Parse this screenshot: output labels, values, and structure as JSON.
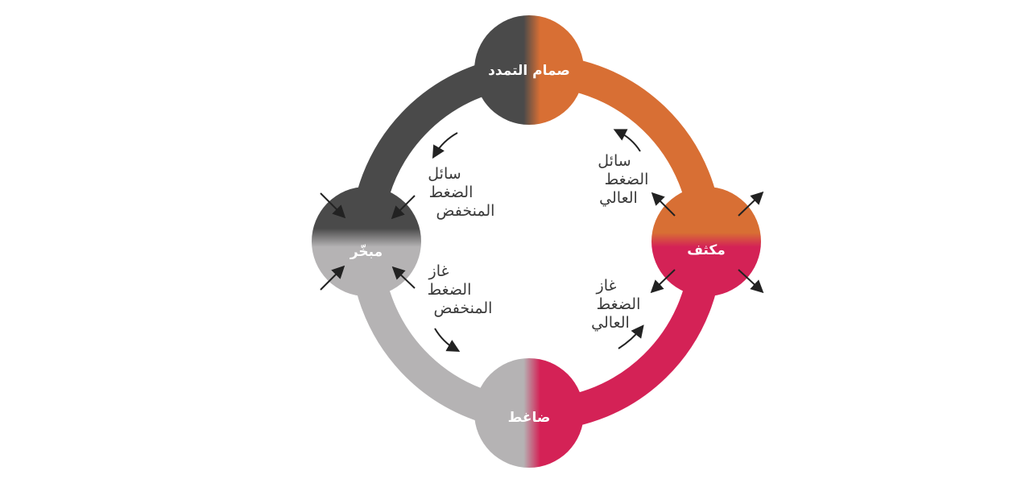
{
  "nodes": {
    "expansion_valve": "صمام التمدد",
    "evaporator": "مبخّر",
    "condenser": "مكثف",
    "compressor": "ضاغط"
  },
  "flows": {
    "low_pressure_liquid": [
      "سائل",
      "الضغط",
      "المنخفض"
    ],
    "low_pressure_gas": [
      "غاز",
      "الضغط",
      "المنخفض"
    ],
    "high_pressure_liquid": [
      "سائل",
      "الضغط",
      "العالي"
    ],
    "high_pressure_gas": [
      "غاز",
      "الضغط",
      "العالي"
    ]
  },
  "colors": {
    "low_pressure_liquid": "#4a4a4a",
    "low_pressure_gas": "#b5b3b4",
    "high_pressure_liquid": "#d86f34",
    "high_pressure_gas": "#d42256",
    "text": "#3a3a3a"
  }
}
